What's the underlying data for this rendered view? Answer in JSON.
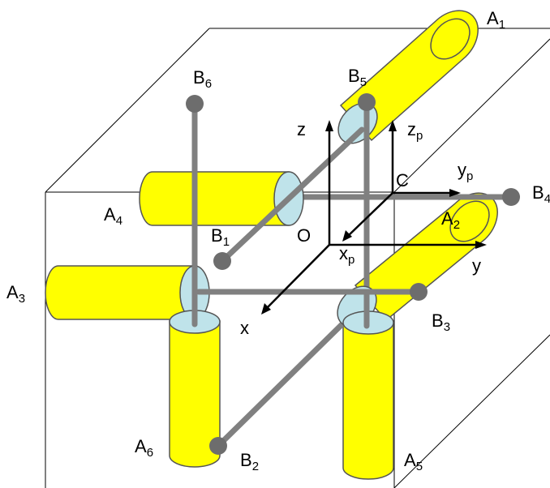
{
  "diagram": {
    "colors": {
      "actuator": "#ffff00",
      "joint": "#bfe3ea",
      "link": "#808080",
      "ball": "#6d6d6d",
      "edge": "#000000"
    },
    "labels": {
      "A1": {
        "base": "A",
        "sub": "1"
      },
      "A2": {
        "base": "A",
        "sub": "2"
      },
      "A3": {
        "base": "A",
        "sub": "3"
      },
      "A4": {
        "base": "A",
        "sub": "4"
      },
      "A5": {
        "base": "A",
        "sub": "5"
      },
      "A6": {
        "base": "A",
        "sub": "6"
      },
      "B1": {
        "base": "B",
        "sub": "1"
      },
      "B2": {
        "base": "B",
        "sub": "2"
      },
      "B3": {
        "base": "B",
        "sub": "3"
      },
      "B4": {
        "base": "B",
        "sub": "4"
      },
      "B5": {
        "base": "B",
        "sub": "5"
      },
      "B6": {
        "base": "B",
        "sub": "6"
      },
      "x": {
        "base": "x",
        "sub": ""
      },
      "y": {
        "base": "y",
        "sub": ""
      },
      "z": {
        "base": "z",
        "sub": ""
      },
      "xp": {
        "base": "x",
        "sub": "p"
      },
      "yp": {
        "base": "y",
        "sub": "p"
      },
      "zp": {
        "base": "z",
        "sub": "p"
      },
      "O": {
        "base": "O",
        "sub": ""
      },
      "C": {
        "base": "C",
        "sub": ""
      }
    }
  }
}
